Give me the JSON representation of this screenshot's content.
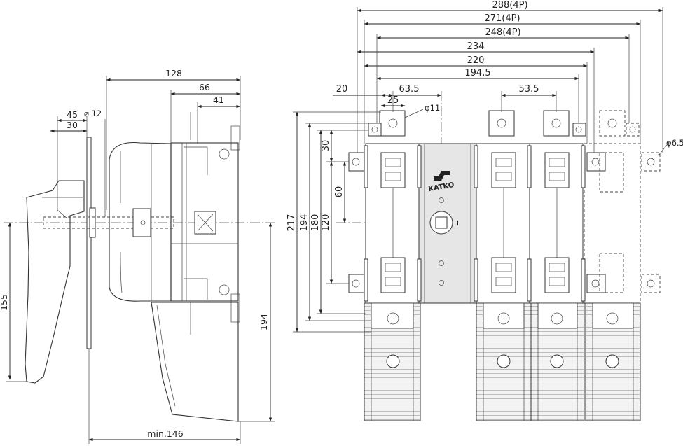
{
  "brand": {
    "logo_text": "KATKO"
  },
  "front_view": {
    "top_dims": [
      "288(4P)",
      "271(4P)",
      "248(4P)",
      "234",
      "220",
      "194.5"
    ],
    "pitch_dims": [
      "20",
      "63.5",
      "25",
      "53.5"
    ],
    "left_dims": [
      "217",
      "194",
      "180",
      "120",
      "60",
      "30"
    ],
    "hole_labels": [
      "φ11",
      "φ6.5"
    ],
    "switch_mark": "I"
  },
  "side_view": {
    "top_dims": [
      "128",
      "66",
      "41",
      "45",
      "30",
      "⌀ 12"
    ],
    "left_dim": "155",
    "right_dim": "194",
    "bottom_dim": "min.146"
  }
}
